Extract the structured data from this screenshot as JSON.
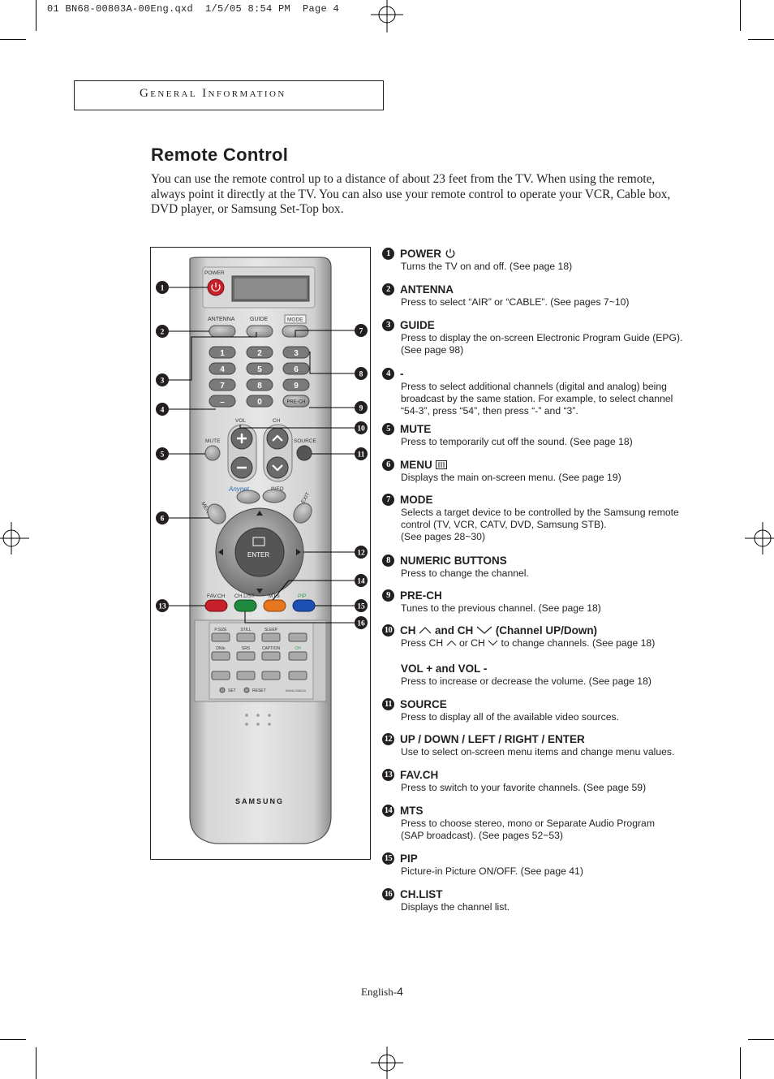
{
  "slug_line": "01 BN68-00803A-00Eng.qxd  1/5/05 8:54 PM  Page 4",
  "section": "General Information",
  "title": "Remote Control",
  "intro": "You can use the remote control up to a distance of about 23 feet from the TV.  When using the remote, always point it directly at the TV. You can also use your remote control to operate your VCR, Cable box, DVD player, or Samsung Set-Top box.",
  "items": [
    {
      "num": "1",
      "label": "POWER",
      "icon": "power-icon",
      "desc": [
        "Turns the TV on and off. (See page 18)"
      ]
    },
    {
      "num": "2",
      "label": "ANTENNA",
      "desc": [
        "Press to select “AIR” or “CABLE”. (See pages 7~10)"
      ]
    },
    {
      "num": "3",
      "label": "GUIDE",
      "desc": [
        "Press to display the on-screen Electronic Program Guide (EPG).",
        "(See page 98)"
      ]
    },
    {
      "num": "4",
      "label": "-",
      "desc": [
        "Press to select additional channels (digital and analog) being broadcast by the same station. For example, to select channel “54-3”, press “54”, then press “-” and “3”."
      ]
    },
    {
      "num": "5",
      "label": "MUTE",
      "desc": [
        "Press to temporarily cut off the sound. (See page 18)"
      ]
    },
    {
      "num": "6",
      "label": "MENU",
      "icon": "menu-icon",
      "desc": [
        "Displays the main on-screen menu. (See page 19)"
      ]
    },
    {
      "num": "7",
      "label": "MODE",
      "desc": [
        "Selects a target device to be controlled by the Samsung remote control (TV, VCR, CATV, DVD, Samsung STB).",
        "(See pages 28~30)"
      ]
    },
    {
      "num": "8",
      "label": "NUMERIC BUTTONS",
      "desc": [
        "Press to change the channel."
      ]
    },
    {
      "num": "9",
      "label": "PRE-CH",
      "desc": [
        "Tunes to the previous channel. (See page 18)"
      ]
    },
    {
      "num": "10",
      "label_parts": [
        "CH",
        "and CH",
        "(Channel UP/Down)"
      ],
      "desc_parts": [
        "Press CH",
        "or CH",
        "to change channels. (See page 18)"
      ],
      "sub_label": "VOL + and VOL -",
      "sub_desc": "Press to increase or decrease the volume. (See page 18)"
    },
    {
      "num": "11",
      "label": "SOURCE",
      "desc": [
        "Press to display all of the available video sources."
      ]
    },
    {
      "num": "12",
      "label": "UP / DOWN / LEFT / RIGHT / ENTER",
      "desc": [
        "Use to select on-screen menu items and change menu values."
      ]
    },
    {
      "num": "13",
      "label": "FAV.CH",
      "desc": [
        "Press to switch to your favorite channels. (See page 59)"
      ]
    },
    {
      "num": "14",
      "label": "MTS",
      "desc": [
        "Press to choose stereo, mono or Separate Audio Program",
        "(SAP broadcast). (See pages 52~53)"
      ]
    },
    {
      "num": "15",
      "label": "PIP",
      "desc": [
        "Picture-in Picture ON/OFF. (See page 41)"
      ]
    },
    {
      "num": "16",
      "label": "CH.LIST",
      "desc": [
        "Displays the channel list."
      ]
    }
  ],
  "remote": {
    "power": "POWER",
    "antenna": "ANTENNA",
    "guide": "GUIDE",
    "mode": "MODE",
    "digits": [
      "1",
      "2",
      "3",
      "4",
      "5",
      "6",
      "7",
      "8",
      "9",
      "–",
      "0"
    ],
    "prech": "PRE-CH",
    "vol": "VOL",
    "ch": "CH",
    "mute": "MUTE",
    "source": "SOURCE",
    "anynet": "Anynet",
    "info": "INFO",
    "menu": "MENU",
    "exit": "EXIT",
    "enter": "ENTER",
    "favch": "FAV.CH",
    "chlist": "CH.LIST",
    "mts": "MTS",
    "pip": "PIP",
    "psize": "P.SIZE",
    "still": "STILL",
    "sleep": "SLEEP",
    "dnie": "DNIe",
    "srs": "SRS",
    "caption": "CAPTION",
    "set": "SET",
    "reset": "RESET",
    "model": "BN68-00803A",
    "brand": "SAMSUNG"
  },
  "footer": {
    "prefix": "English-",
    "page": "4"
  }
}
